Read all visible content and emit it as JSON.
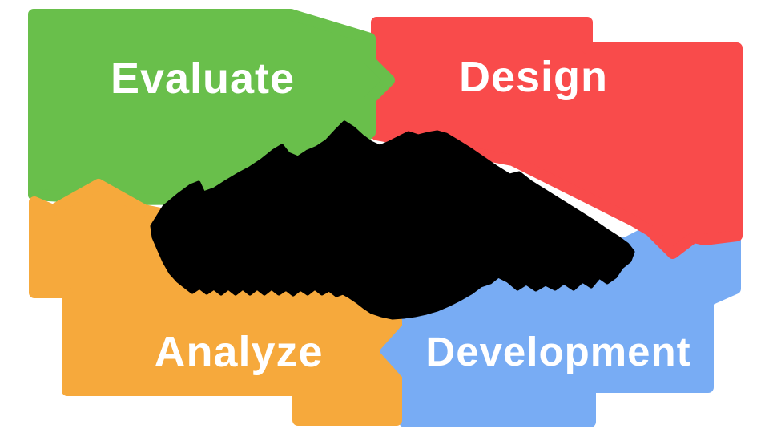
{
  "diagram": {
    "title": "process-cycle-diagram",
    "background": "#ffffff",
    "steps": [
      {
        "id": "evaluate",
        "label": "Evaluate",
        "color": "#69bf4b",
        "text_color": "#ffffff",
        "position": "top-left"
      },
      {
        "id": "design",
        "label": "Design",
        "color": "#f94b4b",
        "text_color": "#ffffff",
        "position": "top-right"
      },
      {
        "id": "analyze",
        "label": "Analyze",
        "color": "#f6a93c",
        "text_color": "#ffffff",
        "position": "bottom-left"
      },
      {
        "id": "development",
        "label": "Development",
        "color": "#78acf4",
        "text_color": "#ffffff",
        "position": "bottom-right"
      }
    ],
    "center_blob": {
      "description": "illegible overlapping black text mass",
      "color": "#000000"
    }
  }
}
